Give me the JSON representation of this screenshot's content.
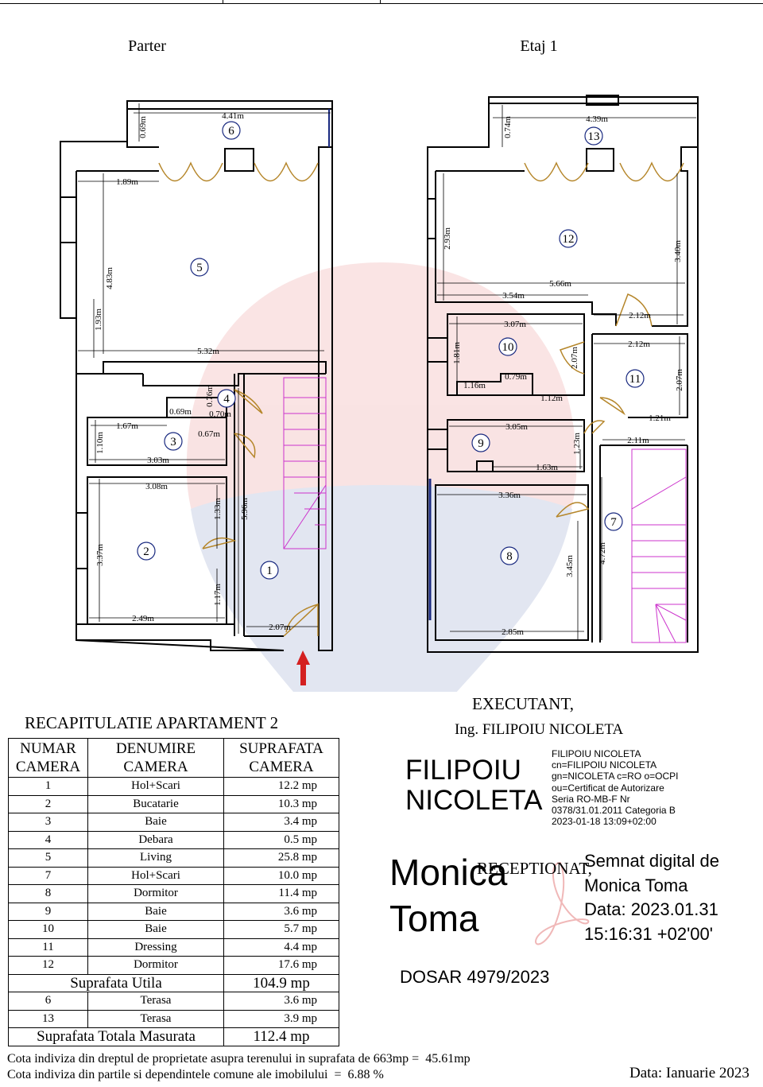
{
  "plans": {
    "parter": {
      "title": "Parter",
      "rooms": [
        "6",
        "5",
        "4",
        "3",
        "2",
        "1"
      ],
      "dims": [
        "4.41m",
        "0.69m",
        "1.89m",
        "4.83m",
        "1.93m",
        "5.32m",
        "0.76m",
        "0.69m",
        "0.70m",
        "1.67m",
        "1.10m",
        "0.67m",
        "3.03m",
        "3.08m",
        "1.33m",
        "5.96m",
        "3.37m",
        "1.17m",
        "2.49m",
        "2.07m"
      ]
    },
    "etaj": {
      "title": "Etaj 1",
      "rooms": [
        "13",
        "12",
        "10",
        "11",
        "9",
        "7",
        "8"
      ],
      "dims": [
        "0.74m",
        "4.39m",
        "2.93m",
        "3.40m",
        "5.66m",
        "3.54m",
        "2.12m",
        "3.07m",
        "1.81m",
        "2.07m",
        "2.12m",
        "2.07m",
        "0.79m",
        "1.16m",
        "1.12m",
        "1.21m",
        "3.05m",
        "1.23m",
        "2.11m",
        "1.63m",
        "3.36m",
        "3.45m",
        "4.72m",
        "2.85m"
      ]
    },
    "entrance_arrow_color": "#d42020",
    "stairs_color": "#cc33cc",
    "door_color": "#b5862a"
  },
  "recap": {
    "title": "RECAPITULATIE APARTAMENT 2",
    "headers": [
      "NUMAR CAMERA",
      "DENUMIRE CAMERA",
      "SUPRAFATA CAMERA"
    ],
    "rows": [
      {
        "nr": "1",
        "name": "Hol+Scari",
        "area": "12.2 mp"
      },
      {
        "nr": "2",
        "name": "Bucatarie",
        "area": "10.3 mp"
      },
      {
        "nr": "3",
        "name": "Baie",
        "area": "3.4 mp"
      },
      {
        "nr": "4",
        "name": "Debara",
        "area": "0.5 mp"
      },
      {
        "nr": "5",
        "name": "Living",
        "area": "25.8 mp"
      },
      {
        "nr": "7",
        "name": "Hol+Scari",
        "area": "10.0 mp"
      },
      {
        "nr": "8",
        "name": "Dormitor",
        "area": "11.4 mp"
      },
      {
        "nr": "9",
        "name": "Baie",
        "area": "3.6 mp"
      },
      {
        "nr": "10",
        "name": "Baie",
        "area": "5.7 mp"
      },
      {
        "nr": "11",
        "name": "Dressing",
        "area": "4.4 mp"
      },
      {
        "nr": "12",
        "name": "Dormitor",
        "area": "17.6 mp"
      }
    ],
    "utila_label": "Suprafata Utila",
    "utila_value": "104.9 mp",
    "terase": [
      {
        "nr": "6",
        "name": "Terasa",
        "area": "3.6 mp"
      },
      {
        "nr": "13",
        "name": "Terasa",
        "area": "3.9 mp"
      }
    ],
    "total_label": "Suprafata Totala Masurata",
    "total_value": "112.4 mp"
  },
  "notes": {
    "line1": "Cota indiviza din dreptul de proprietate asupra terenului in suprafata de 663mp =  45.61mp",
    "line2": "Cota indiviza din partile si dependintele comune ale imobilului  =  6.88 %",
    "date": "Data: Ianuarie 2023"
  },
  "executant": {
    "title": "EXECUTANT,",
    "name": "Ing. FILIPOIU NICOLETA",
    "sig_line1": "FILIPOIU",
    "sig_line2": "NICOLETA",
    "cert": [
      "FILIPOIU NICOLETA",
      "cn=FILIPOIU NICOLETA",
      "gn=NICOLETA c=RO o=OCPI",
      "ou=Certificat de Autorizare",
      "Seria RO-MB-F Nr",
      "0378/31.01.2011 Categoria B",
      "2023-01-18 13:09+02:00"
    ]
  },
  "receptionat": {
    "title": "RECEPTIONAT,",
    "sig_line1": "Monica",
    "sig_line2": "Toma",
    "signed": [
      "Semnat digital de",
      "Monica Toma",
      "Data: 2023.01.31",
      "15:16:31 +02'00'"
    ],
    "dosar": "DOSAR 4979/2023"
  }
}
